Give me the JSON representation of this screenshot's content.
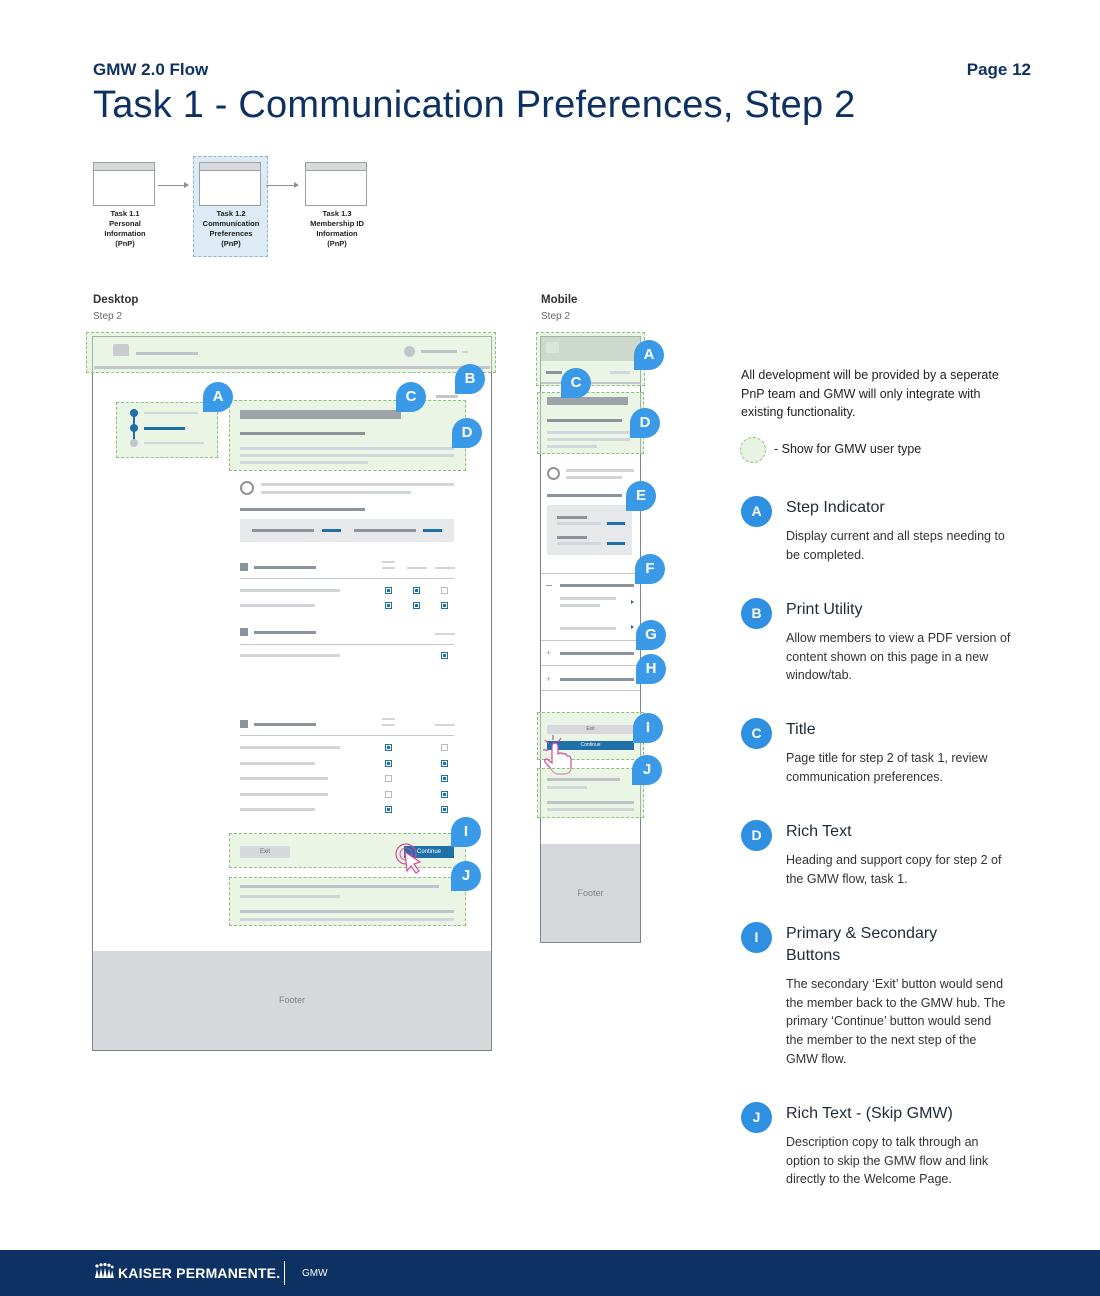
{
  "header": {
    "flow_label": "GMW 2.0 Flow",
    "page_number": "Page 12",
    "title": "Task 1 - Communication Preferences, Step 2"
  },
  "flow": [
    {
      "lines": [
        "Task 1.1",
        "Personal",
        "Information",
        "(PnP)"
      ],
      "active": false
    },
    {
      "lines": [
        "Task 1.2",
        "Communication",
        "Preferences",
        "(PnP)"
      ],
      "active": true
    },
    {
      "lines": [
        "Task 1.3",
        "Membership ID",
        "Information",
        "(PnP)"
      ],
      "active": false
    }
  ],
  "desktop": {
    "label": "Desktop",
    "step": "Step 2",
    "footer": "Footer",
    "exit_label": "Exit",
    "continue_label": "Continue"
  },
  "mobile": {
    "label": "Mobile",
    "step": "Step 2",
    "footer": "Footer",
    "exit_label": "Exit",
    "continue_label": "Continue"
  },
  "intro": "All development will be provided by a seperate PnP team and GMW will only integrate with existing functionality.",
  "legend": "- Show for GMW user type",
  "notes": [
    {
      "letter": "A",
      "title": "Step Indicator",
      "body": "Display current and all steps needing to be completed."
    },
    {
      "letter": "B",
      "title": "Print Utility",
      "body": "Allow members to view a PDF version of content shown on this page in a new window/tab."
    },
    {
      "letter": "C",
      "title": "Title",
      "body": "Page title for step 2 of task 1, review communication preferences."
    },
    {
      "letter": "D",
      "title": "Rich Text",
      "body": "Heading and support copy for step 2 of the GMW flow, task 1."
    },
    {
      "letter": "I",
      "title": "Primary & Secondary Buttons",
      "body": "The secondary ‘Exit’ button would send the member back to the GMW hub. The primary ‘Continue’ button would send the member to the next step of the GMW flow."
    },
    {
      "letter": "J",
      "title": "Rich Text - (Skip GMW)",
      "body": "Description copy to talk through an option to skip the GMW flow and link directly to the Welcome Page."
    }
  ],
  "pins": {
    "A": "A",
    "B": "B",
    "C": "C",
    "D": "D",
    "E": "E",
    "F": "F",
    "G": "G",
    "H": "H",
    "I": "I",
    "J": "J"
  },
  "brand": {
    "name": "KAISER PERMANENTE.",
    "sub": "GMW"
  },
  "colors": {
    "navy": "#0d3163",
    "accent": "#3a9ae8",
    "gmw_green": "#8ec27c",
    "wire_blue": "#1f6fa8"
  }
}
